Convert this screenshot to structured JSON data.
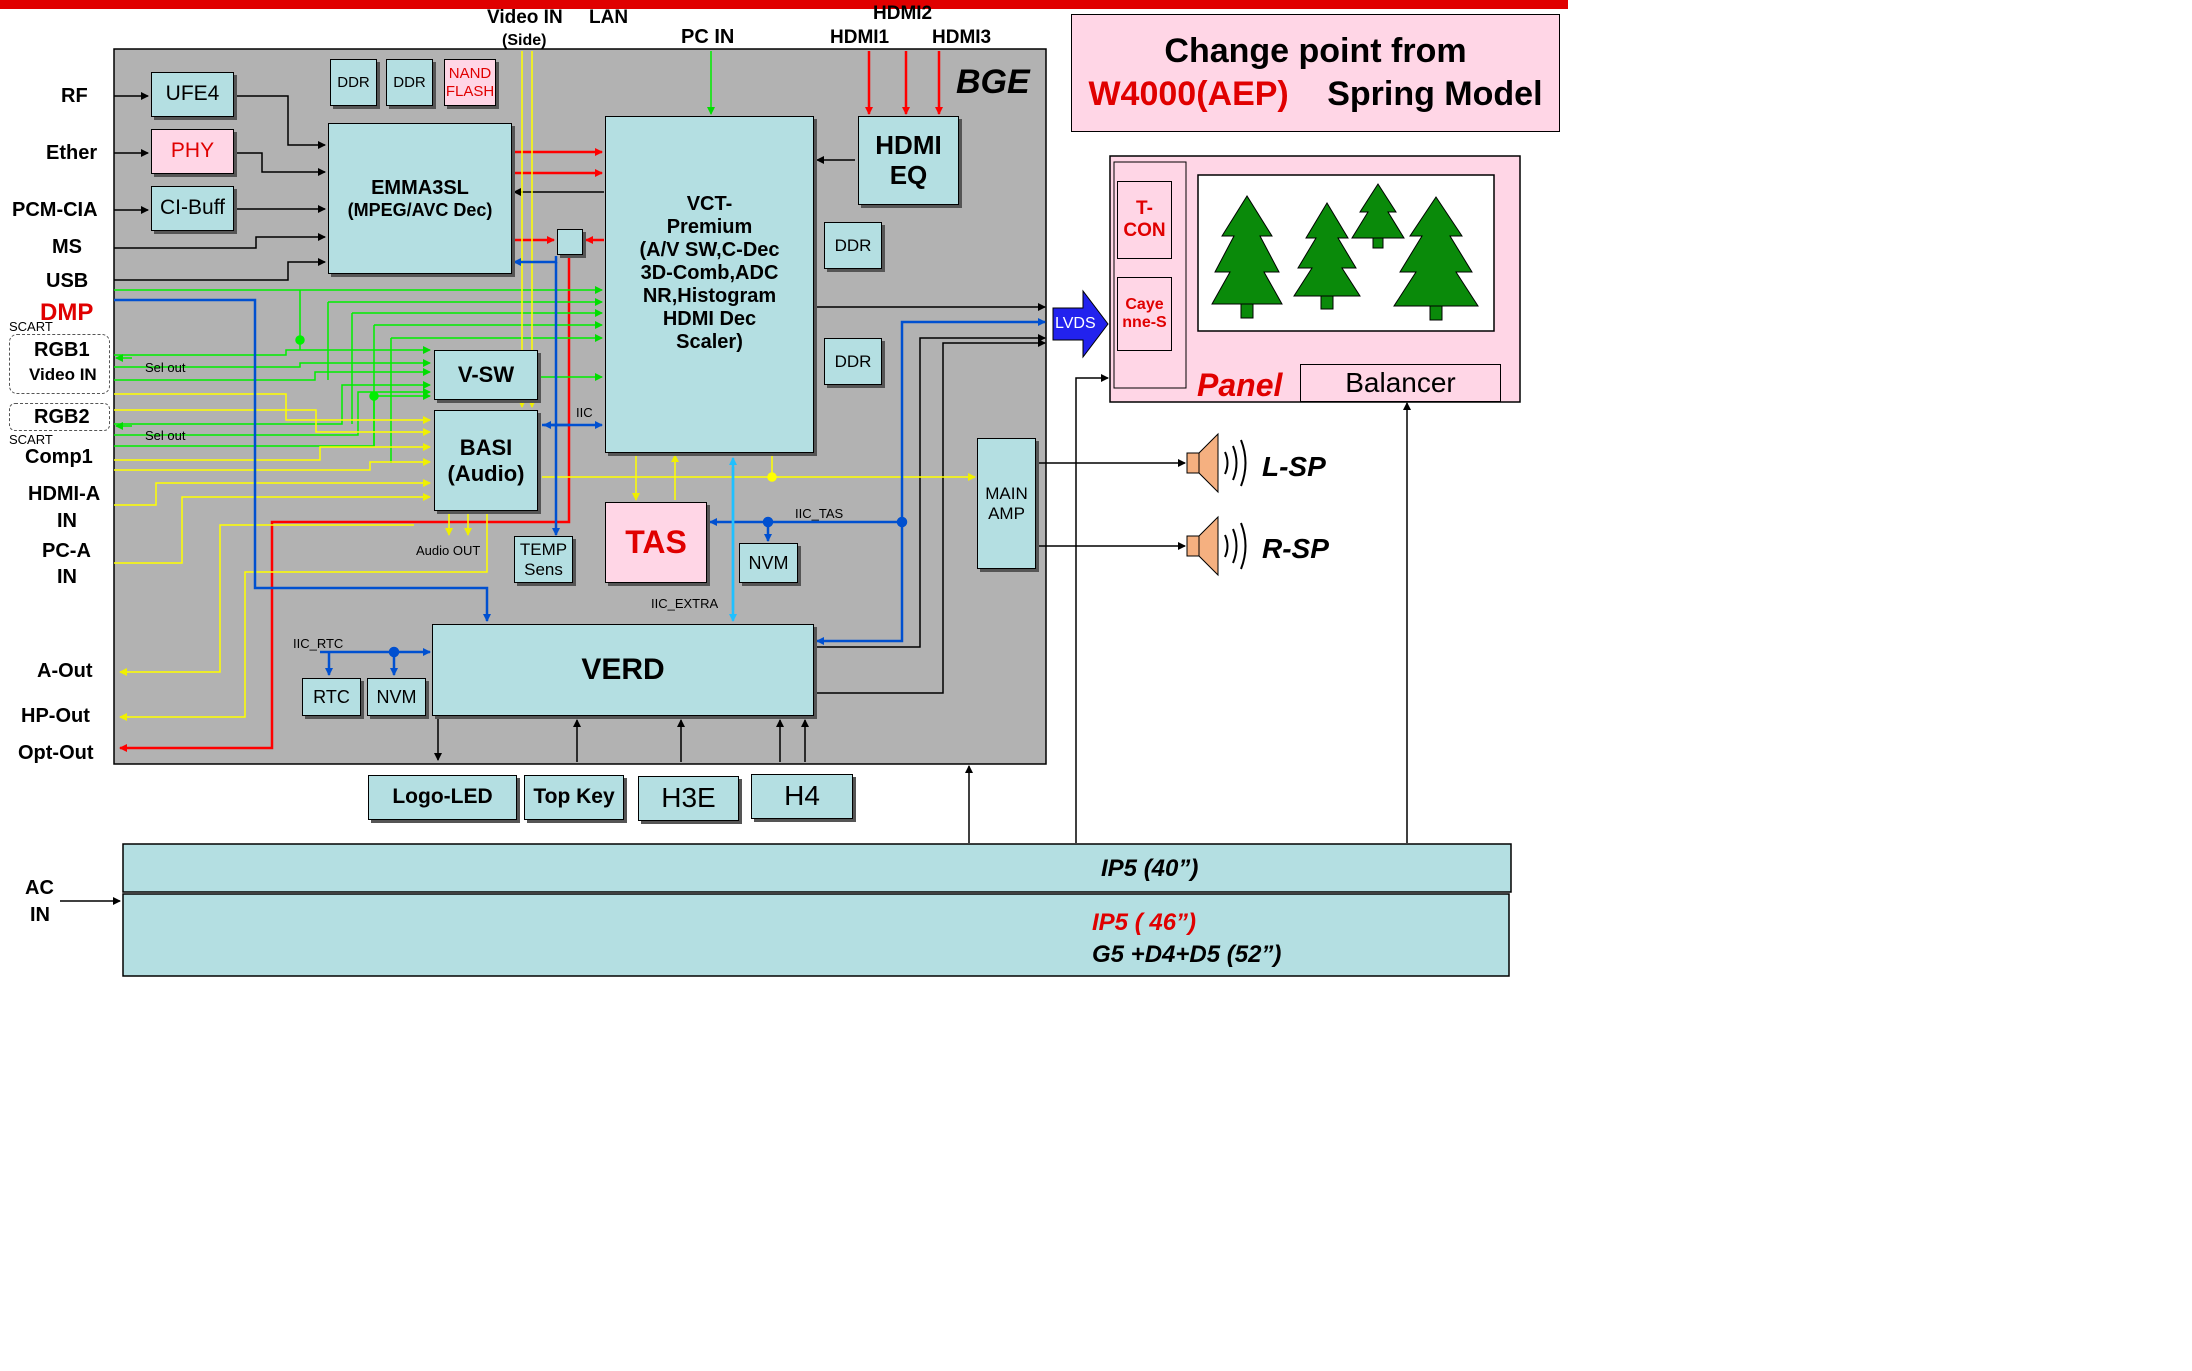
{
  "title": {
    "line1": "Change point from",
    "model_red": "W4000(AEP)",
    "model_black": "Spring Model"
  },
  "board": {
    "name": "BGE"
  },
  "top_inputs": {
    "video_in": "Video IN",
    "video_in_side": "(Side)",
    "lan": "LAN",
    "pc_in": "PC IN",
    "hdmi1": "HDMI1",
    "hdmi2": "HDMI2",
    "hdmi3": "HDMI3"
  },
  "left_inputs": {
    "rf": "RF",
    "ether": "Ether",
    "pcm_cia": "PCM-CIA",
    "ms": "MS",
    "usb": "USB",
    "dmp": "DMP",
    "scart1": "SCART",
    "rgb1": "RGB1",
    "video_in": "Video IN",
    "rgb2": "RGB2",
    "scart2": "SCART",
    "comp1": "Comp1",
    "hdmi_a": "HDMI-A",
    "hdmi_a_in": "IN",
    "pc_a": "PC-A",
    "pc_a_in": "IN",
    "sel_out_1": "Sel out",
    "sel_out_2": "Sel out"
  },
  "outputs": {
    "a_out": "A-Out",
    "hp_out": "HP-Out",
    "opt_out": "Opt-Out",
    "ac": "AC",
    "ac_in": "IN"
  },
  "blocks": {
    "ufe4": "UFE4",
    "phy": "PHY",
    "ci_buff": "CI-Buff",
    "ddr": "DDR",
    "nand": "NAND",
    "flash": "FLASH",
    "emma_1": "EMMA3SL",
    "emma_2": "(MPEG/AVC Dec)",
    "vct": [
      "VCT-",
      "Premium",
      "(A/V SW,C-Dec",
      "3D-Comb,ADC",
      "NR,Histogram",
      "HDMI Dec",
      "Scaler)"
    ],
    "hdmi_eq_1": "HDMI",
    "hdmi_eq_2": "EQ",
    "vsw": "V-SW",
    "basi_1": "BASI",
    "basi_2": "(Audio)",
    "temp_1": "TEMP",
    "temp_2": "Sens",
    "tas": "TAS",
    "nvm": "NVM",
    "verd": "VERD",
    "rtc": "RTC",
    "main_amp_1": "MAIN",
    "main_amp_2": "AMP",
    "lvds": "LVDS",
    "tcon_1": "T-",
    "tcon_2": "CON",
    "cayenne_1": "Caye",
    "cayenne_2": "nne-S",
    "panel": "Panel",
    "balancer": "Balancer",
    "logo_led": "Logo-LED",
    "top_key": "Top Key",
    "h3e": "H3E",
    "h4": "H4"
  },
  "signals": {
    "iic": "IIC",
    "iic_tas": "IIC_TAS",
    "iic_extra": "IIC_EXTRA",
    "iic_rtc": "IIC_RTC",
    "audio_out": "Audio OUT"
  },
  "speakers": {
    "left": "L-SP",
    "right": "R-SP"
  },
  "power": {
    "ip5_40": "IP5 (40”)",
    "ip5_46": "IP5 ( 46”)",
    "g5": "G5 +D4+D5 (52”)"
  },
  "colors": {
    "board_bg": "#b2b2b2",
    "block_teal": "#b4dfe2",
    "block_pink": "#ffd6e6",
    "line_red": "#ff0000",
    "line_green": "#00ee00",
    "line_yellow": "#ffff00",
    "line_blue": "#0050d0",
    "line_lightblue": "#20c0ff",
    "tree_green": "#0a8a0a"
  }
}
